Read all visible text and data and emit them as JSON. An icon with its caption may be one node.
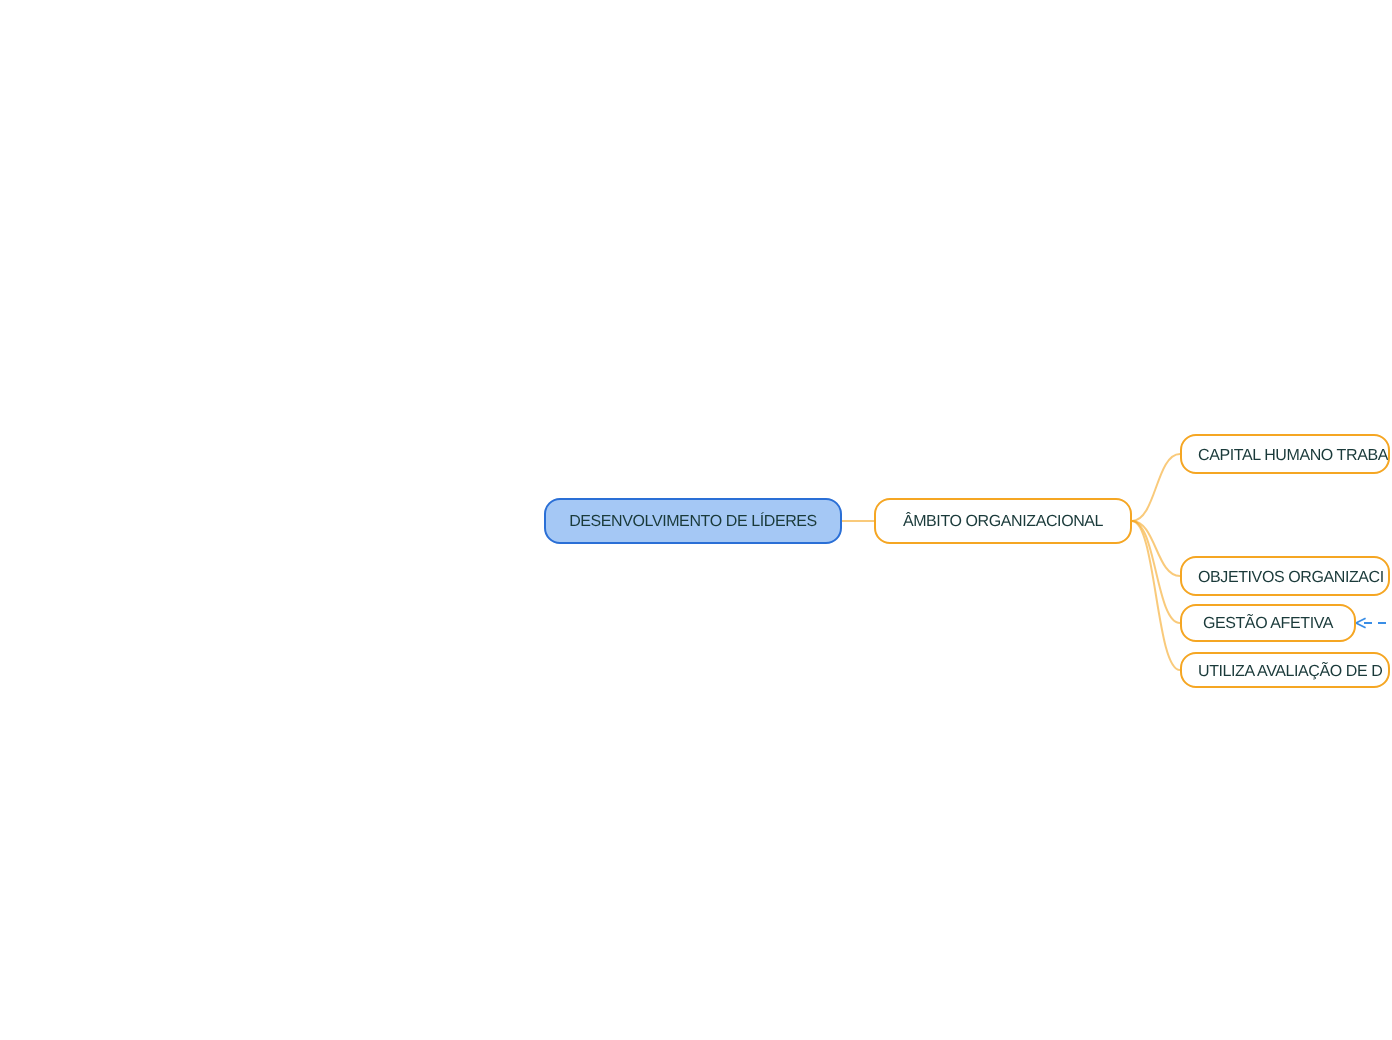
{
  "diagram": {
    "nodes": [
      {
        "text": [
          "DESENVOLVIMENTO DE LÍDERES"
        ]
      },
      {
        "text": [
          "ÂMBITO ORGANIZACIONAL"
        ]
      },
      {
        "text": [
          "CAPITAL HUMANO TRABA"
        ]
      },
      {
        "text": [
          "OBJETIVOS ORGANIZACI"
        ]
      },
      {
        "text": [
          "GESTÃO AFETIVA"
        ]
      },
      {
        "text": [
          "UTILIZA AVALIAÇÃO DE D"
        ]
      }
    ],
    "edges": [
      {
        "from": 0,
        "to": 1,
        "arrow": "none"
      },
      {
        "from": 1,
        "to": 2,
        "arrow": "none"
      },
      {
        "from": 1,
        "to": 3,
        "arrow": "none"
      },
      {
        "from": 1,
        "to": 4,
        "arrow": "none"
      },
      {
        "from": 1,
        "to": 5,
        "arrow": "none"
      },
      {
        "from": null,
        "to": 4,
        "arrow": "to",
        "style": "dashed",
        "color": "#3a8ee6"
      }
    ]
  }
}
